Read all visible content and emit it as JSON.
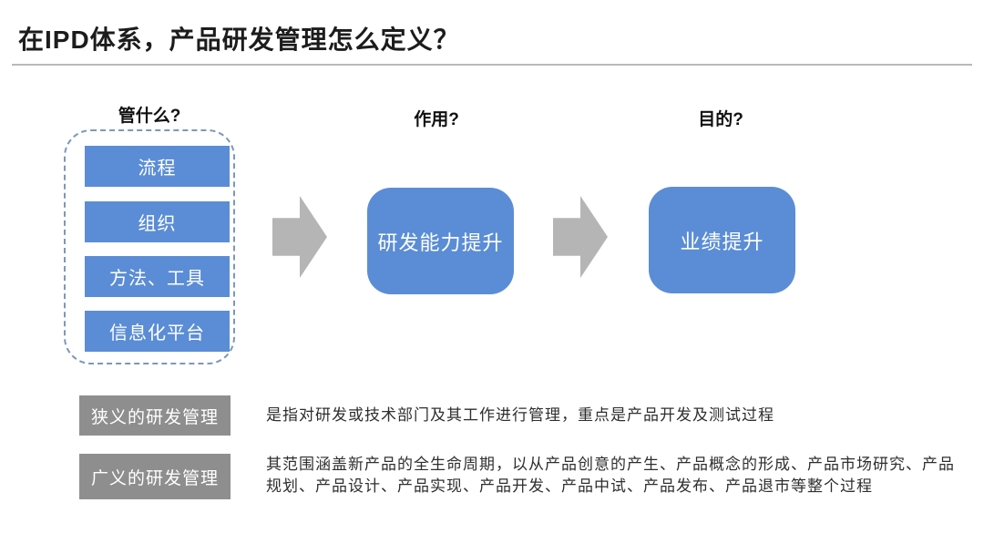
{
  "slide": {
    "title": "在IPD体系，产品研发管理怎么定义？"
  },
  "columns": {
    "what_label": "管什么?",
    "function_label": "作用?",
    "purpose_label": "目的?"
  },
  "manage_items": [
    {
      "label": "流程"
    },
    {
      "label": "组织"
    },
    {
      "label": "方法、工具"
    },
    {
      "label": "信息化平台"
    }
  ],
  "flow": {
    "capability_box": "研发能力提升",
    "performance_box": "业绩提升"
  },
  "definitions": [
    {
      "label": "狭义的研发管理",
      "description": "是指对研发或技术部门及其工作进行管理，重点是产品开发及测试过程"
    },
    {
      "label": "广义的研发管理",
      "description": "其范围涵盖新产品的全生命周期，以从产品创意的产生、产品概念的形成、产品市场研究、产品规划、产品设计、产品实现、产品开发、产品中试、产品发布、产品退市等整个过程"
    }
  ],
  "colors": {
    "box_blue": "#5b8dd6",
    "arrow_gray": "#b5b5b5",
    "label_gray": "#8e8e8e",
    "dashed_border_blue": "#7e97ba"
  }
}
